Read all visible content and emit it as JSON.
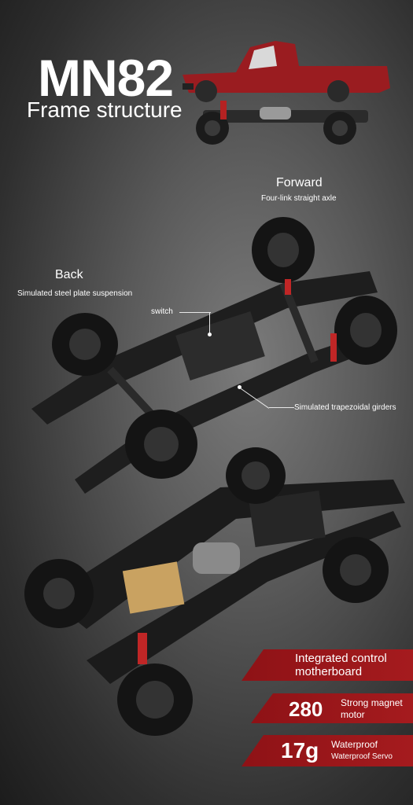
{
  "header": {
    "title": "MN82",
    "subtitle": "Frame structure"
  },
  "callouts": {
    "forward_title": "Forward",
    "forward_desc": "Four-link straight axle",
    "back_title": "Back",
    "back_desc": "Simulated steel plate suspension",
    "switch_label": "switch",
    "girders_label": "Simulated trapezoidal girders"
  },
  "features": {
    "motherboard": "Integrated control motherboard",
    "motor_value": "280",
    "motor_line1": "Strong magnet",
    "motor_line2": "motor",
    "servo_value": "17g",
    "servo_line1": "Waterproof",
    "servo_line2": "Waterproof Servo"
  },
  "colors": {
    "accent": "#a51b1e",
    "truck_red": "#9a1c20"
  }
}
